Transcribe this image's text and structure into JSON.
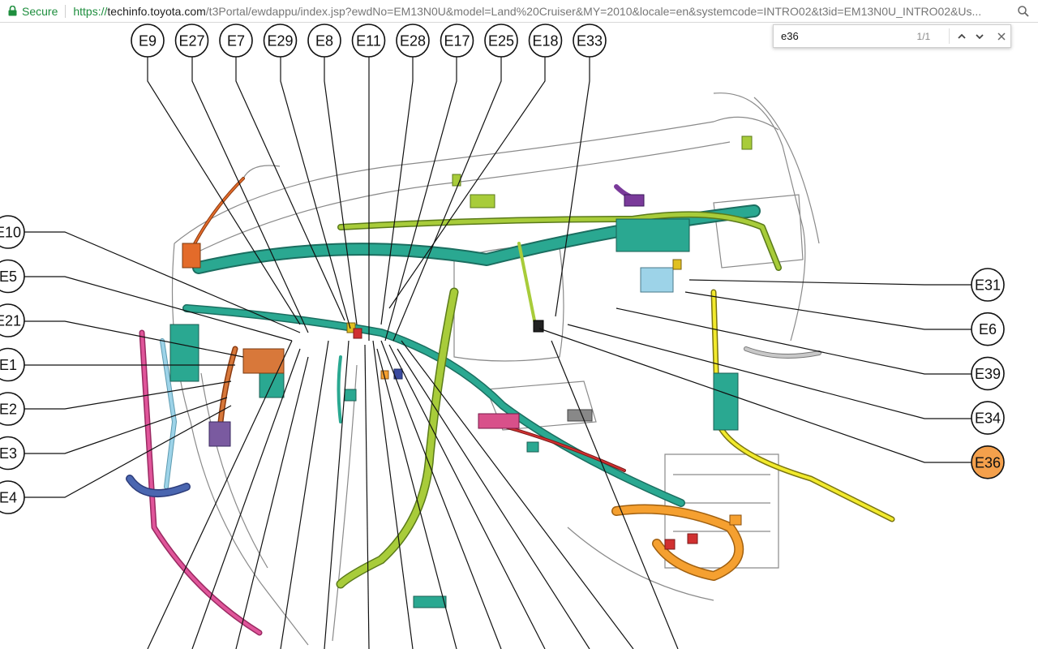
{
  "browser": {
    "secure_label": "Secure",
    "url_scheme": "https://",
    "url_host": "techinfo.toyota.com",
    "url_rest": "/t3Portal/ewdappu/index.jsp?ewdNo=EM13N0U&model=Land%20Cruiser&MY=2010&locale=en&systemcode=INTRO02&t3id=EM13N0U_INTRO02&Us..."
  },
  "find": {
    "query": "e36",
    "count": "1/1"
  },
  "connectors": {
    "top": [
      "E9",
      "E27",
      "E7",
      "E29",
      "E8",
      "E11",
      "E28",
      "E17",
      "E25",
      "E18",
      "E33"
    ],
    "left": [
      "E10",
      "E5",
      "E21",
      "E1",
      "E2",
      "E3",
      "E4"
    ],
    "right": [
      "E31",
      "E6",
      "E39",
      "E34",
      "E36"
    ],
    "highlighted": "E36"
  },
  "colors": {
    "harness_teal": "#2aa891",
    "harness_lime": "#a8cc3a",
    "harness_orange": "#f5a030",
    "harness_pink": "#e0559a",
    "harness_yellow": "#f2ea2c",
    "harness_lightblue": "#9dd3e8",
    "harness_purple": "#7a3a9a",
    "highlight": "#f4a04c",
    "secure_green": "#1e8e3e"
  }
}
